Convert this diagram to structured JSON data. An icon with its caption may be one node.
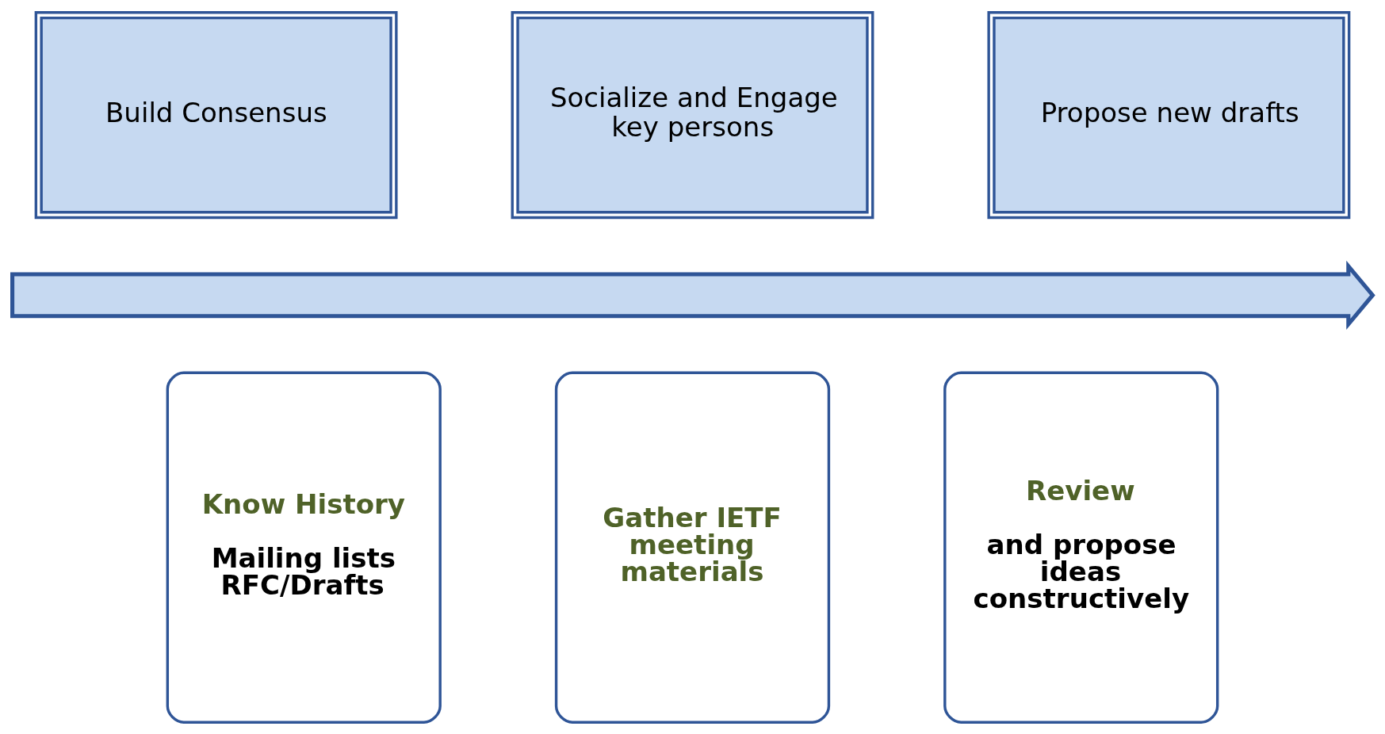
{
  "diagram": {
    "nodes": [
      {
        "text": [
          "Build Consensus"
        ]
      },
      {
        "text": [
          "Socialize and Engage key persons"
        ]
      },
      {
        "text": [
          "Propose new drafts"
        ]
      },
      {
        "text": [],
        "shape": "arrow"
      },
      {
        "text": [
          "Know History",
          "Mailing lists RFC/Drafts"
        ]
      },
      {
        "text": [
          "Gather IETF meeting materials"
        ]
      },
      {
        "text": [
          "Review",
          "and propose ideas constructively"
        ]
      }
    ]
  }
}
